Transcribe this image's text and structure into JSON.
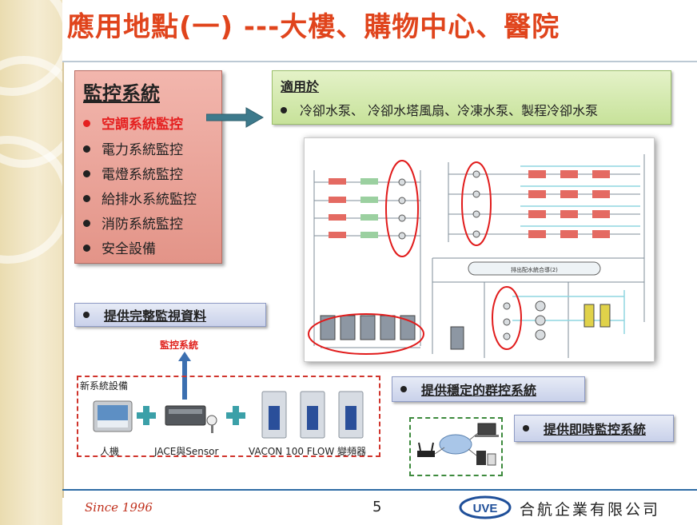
{
  "title": "應用地點(一) ---大樓、購物中心、醫院",
  "monitoring": {
    "heading": "監控系統",
    "items": [
      {
        "label": "空調系統監控",
        "highlighted": true
      },
      {
        "label": "電力系統監控",
        "highlighted": false
      },
      {
        "label": "電燈系統監控",
        "highlighted": false
      },
      {
        "label": "給排水系統監控",
        "highlighted": false
      },
      {
        "label": "消防系統監控",
        "highlighted": false
      },
      {
        "label": "安全設備",
        "highlighted": false
      }
    ]
  },
  "applicable": {
    "heading": "適用於",
    "item": "冷卻水泵、 冷卻水塔風扇、冷凍水泵、製程冷卻水泵"
  },
  "diagram": {
    "header_label": "排出配水統合導(2)"
  },
  "features": {
    "monitor_data": "提供完整監視資料",
    "group_control": "提供穩定的群控系統",
    "realtime": "提供即時監控系統"
  },
  "equipment": {
    "target_label": "監控系統",
    "new_system_label": "新系統設備",
    "hmi": "人機",
    "jace": "JACE與Sensor",
    "vacon": "VACON 100 FLOW 變頻器"
  },
  "footer": {
    "since": "Since 1996",
    "page": "5",
    "logo_text": "UVE",
    "company": "合航企業有限公司"
  },
  "colors": {
    "title": "#e0441c",
    "highlight": "#e52020",
    "red_box": "#e39488",
    "green_box": "#c7e29a",
    "blue_box": "#c9d1ea",
    "footer_rule": "#2e6ca5"
  }
}
